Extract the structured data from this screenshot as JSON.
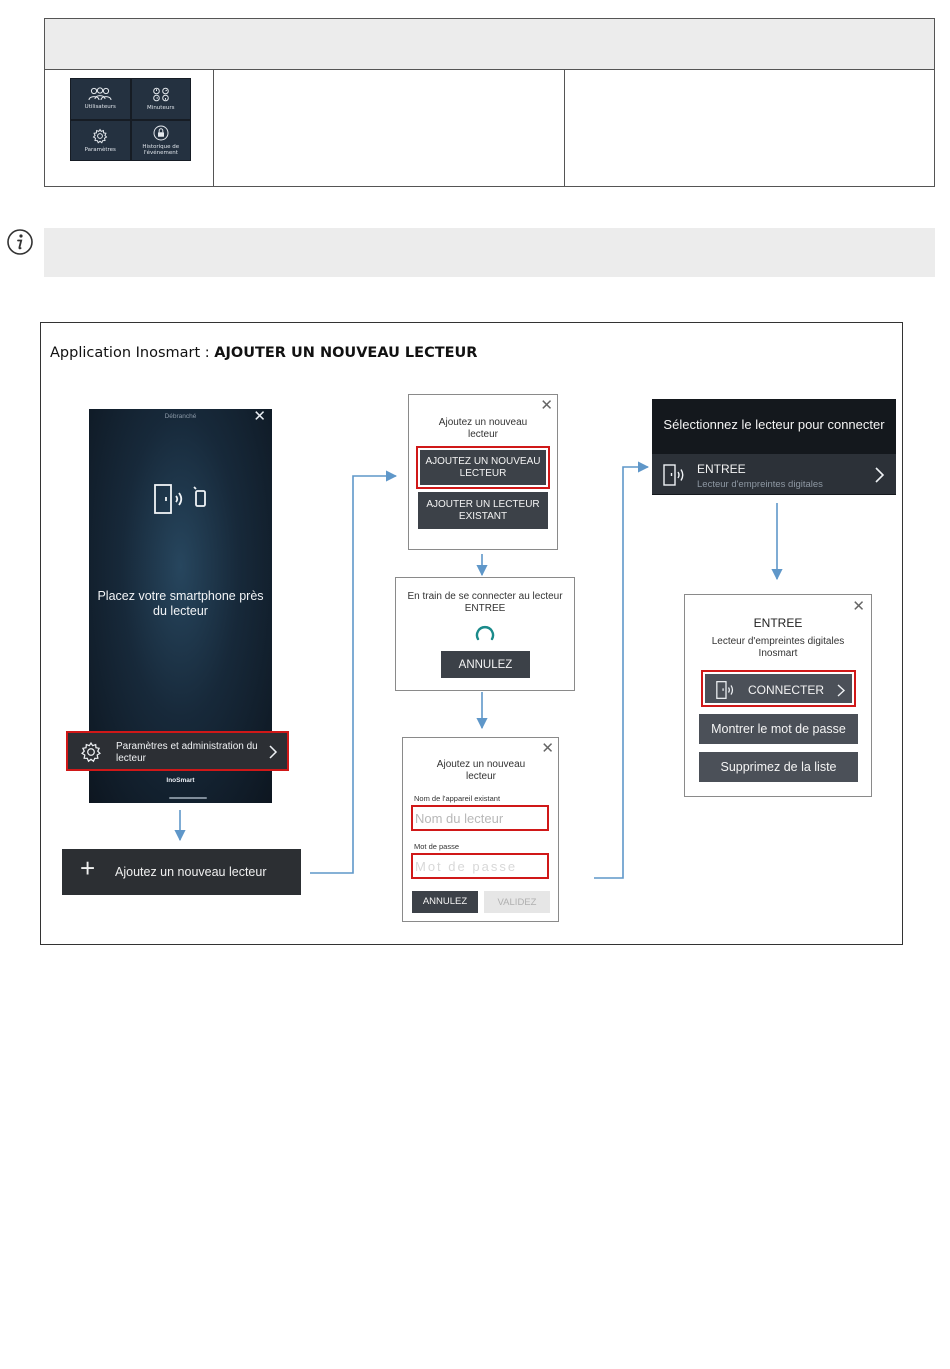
{
  "thumb_tiles": [
    {
      "label": "Utilisateurs",
      "icon": "users-icon"
    },
    {
      "label": "Minuteurs",
      "icon": "timers-icon"
    },
    {
      "label": "Paramètres",
      "icon": "gear-icon"
    },
    {
      "label": "Historique de l'événement",
      "icon": "lock-history-icon"
    }
  ],
  "figure": {
    "title_prefix": "Application Inosmart : ",
    "title_bold": "AJOUTER UN NOUVEAU LECTEUR"
  },
  "phone": {
    "status": "Débranché",
    "close": "✕",
    "message": "Placez votre smartphone près du lecteur",
    "settings_label": "Paramètres et administration du lecteur",
    "brand": "InoSmart"
  },
  "add_reader_bar": {
    "plus": "+",
    "label": "Ajoutez un nouveau lecteur"
  },
  "dialog_add": {
    "close": "✕",
    "title": "Ajoutez un nouveau lecteur",
    "btn_new": "AJOUTEZ UN NOUVEAU LECTEUR",
    "btn_existing": "AJOUTER UN LECTEUR EXISTANT"
  },
  "dialog_connecting": {
    "message": "En train de se connecter au lecteur ENTREE",
    "btn_cancel": "ANNULEZ"
  },
  "dialog_existing": {
    "close": "✕",
    "title": "Ajoutez un nouveau lecteur",
    "name_label": "Nom de l'appareil existant",
    "name_placeholder": "Nom du lecteur",
    "password_label": "Mot de passe",
    "password_placeholder": "Mot de passe",
    "btn_cancel": "ANNULEZ",
    "btn_validate": "VALIDEZ"
  },
  "select_reader": {
    "title": "Sélectionnez le lecteur pour connecter",
    "reader_name": "ENTREE",
    "reader_type": "Lecteur d'empreintes digitales"
  },
  "dialog_connect": {
    "close": "✕",
    "title": "ENTREE",
    "subtitle": "Lecteur d'empreintes digitales Inosmart",
    "btn_connect": "CONNECTER",
    "btn_show_password": "Montrer le mot de passe",
    "btn_delete": "Supprimez de la liste"
  },
  "colors": {
    "highlight": "#d01818",
    "arrow": "#5f97c9",
    "dark_button": "#3c4148"
  }
}
